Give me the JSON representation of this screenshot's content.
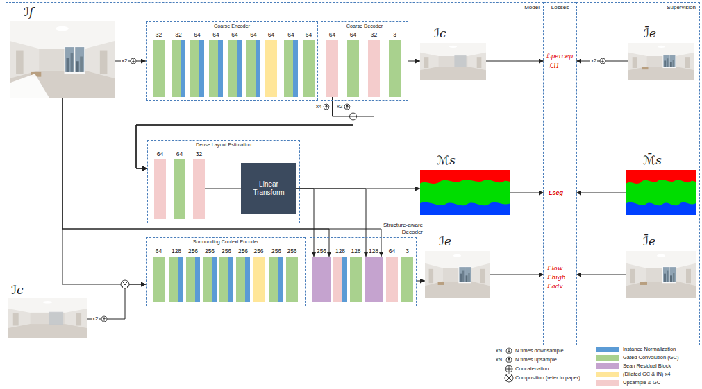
{
  "diagram": {
    "nodes": [
      {
        "text": [
          "Model"
        ]
      },
      {
        "text": [
          "ℐf"
        ],
        "in": 0
      },
      {
        "text": [
          "Coarse Encoder"
        ],
        "in": 0
      },
      {
        "text": [
          "32"
        ],
        "in": 2
      },
      {
        "text": [
          "32"
        ],
        "in": 2
      },
      {
        "text": [
          "64"
        ],
        "in": 2
      },
      {
        "text": [
          "64"
        ],
        "in": 2
      },
      {
        "text": [
          "64"
        ],
        "in": 2
      },
      {
        "text": [
          "64"
        ],
        "in": 2
      },
      {
        "text": [
          "64"
        ],
        "in": 2
      },
      {
        "text": [
          "64"
        ],
        "in": 2
      },
      {
        "text": [
          "64"
        ],
        "in": 2
      },
      {
        "text": [
          "Coarse Decoder"
        ],
        "in": 0
      },
      {
        "text": [
          "64"
        ],
        "in": 12
      },
      {
        "text": [
          "64"
        ],
        "in": 12
      },
      {
        "text": [
          "32"
        ],
        "in": 12
      },
      {
        "text": [
          "3"
        ],
        "in": 12
      },
      {
        "text": [
          "ℐc"
        ],
        "in": 0
      },
      {
        "text": [
          "Dense Layout Estimation"
        ],
        "in": 0
      },
      {
        "text": [
          "64"
        ],
        "in": 18
      },
      {
        "text": [
          "64"
        ],
        "in": 18
      },
      {
        "text": [
          "32"
        ],
        "in": 18
      },
      {
        "text": [
          "Linear Transform"
        ],
        "in": 18
      },
      {
        "text": [
          "ℳs"
        ],
        "in": 0
      },
      {
        "text": [
          "Surrounding Context Encoder"
        ],
        "in": 0
      },
      {
        "text": [
          "64"
        ],
        "in": 24
      },
      {
        "text": [
          "128"
        ],
        "in": 24
      },
      {
        "text": [
          "256"
        ],
        "in": 24
      },
      {
        "text": [
          "256"
        ],
        "in": 24
      },
      {
        "text": [
          "256"
        ],
        "in": 24
      },
      {
        "text": [
          "256"
        ],
        "in": 24
      },
      {
        "text": [
          "256"
        ],
        "in": 24
      },
      {
        "text": [
          "256"
        ],
        "in": 24
      },
      {
        "text": [
          "256"
        ],
        "in": 24
      },
      {
        "text": [
          "Structure-aware Decoder"
        ],
        "in": 0
      },
      {
        "text": [
          "256"
        ],
        "in": 34
      },
      {
        "text": [
          "128"
        ],
        "in": 34
      },
      {
        "text": [
          "128"
        ],
        "in": 34
      },
      {
        "text": [
          "128"
        ],
        "in": 34
      },
      {
        "text": [
          "64"
        ],
        "in": 34
      },
      {
        "text": [
          "3"
        ],
        "in": 34
      },
      {
        "text": [
          "ℐe"
        ],
        "in": 0
      },
      {
        "text": [
          "ℐc"
        ],
        "in": 0
      },
      {
        "text": [
          "Losses"
        ]
      },
      {
        "text": [
          "Supervision"
        ]
      },
      {
        "text": [
          "ℐ̄e"
        ],
        "in": 44
      },
      {
        "text": [
          "ℳ̄s"
        ],
        "in": 44
      },
      {
        "text": [
          "ℐ̄e"
        ],
        "in": 44
      }
    ],
    "edges": [
      {
        "from": 1,
        "to": 2,
        "arrow": "to",
        "label": "x2"
      },
      {
        "from": 12,
        "to": 17,
        "arrow": "to"
      },
      {
        "from": 17,
        "to": 43,
        "arrow": "to"
      },
      {
        "from": 45,
        "to": 43,
        "arrow": "to",
        "label": "x2"
      },
      {
        "from": 13,
        "to": 18,
        "arrow": "to",
        "label": "x4"
      },
      {
        "from": 14,
        "to": 18,
        "arrow": "to",
        "label": "x2"
      },
      {
        "from": 15,
        "to": 18,
        "arrow": "to"
      },
      {
        "from": 21,
        "to": 22,
        "arrow": "none"
      },
      {
        "from": 22,
        "to": 23,
        "arrow": "to"
      },
      {
        "from": 23,
        "to": 43,
        "arrow": "to"
      },
      {
        "from": 46,
        "to": 43,
        "arrow": "to"
      },
      {
        "from": 22,
        "to": 35,
        "arrow": "to"
      },
      {
        "from": 22,
        "to": 38,
        "arrow": "to"
      },
      {
        "from": 1,
        "to": 35,
        "arrow": "to"
      },
      {
        "from": 1,
        "to": 38,
        "arrow": "to"
      },
      {
        "from": 1,
        "to": 24,
        "arrow": "to"
      },
      {
        "from": 42,
        "to": 24,
        "arrow": "to",
        "label": "x2"
      },
      {
        "from": 34,
        "to": 41,
        "arrow": "to"
      },
      {
        "from": 41,
        "to": 43,
        "arrow": "to"
      },
      {
        "from": 47,
        "to": 43,
        "arrow": "to"
      }
    ],
    "labels": [
      "ℒpercep",
      "ℒl1",
      "Lseg",
      "ℒlow",
      "ℒhigh",
      "ℒadv",
      "xN",
      "xN"
    ],
    "legend": [
      {
        "text": "N times downsample"
      },
      {
        "text": "N times upsample"
      },
      {
        "text": "Concatenation"
      },
      {
        "text": "Composition (refer to paper)"
      },
      {
        "text": "Instance Normalization",
        "color": "#5b9bd5"
      },
      {
        "text": "Gated Convolution (GC)",
        "color": "#a9d18e"
      },
      {
        "text": "Sean Residual Block",
        "color": "#c5a3cf"
      },
      {
        "text": "(Dilated GC & IN) x4",
        "color": "#ffe699"
      },
      {
        "text": "Upsample & GC",
        "color": "#f4cccc"
      }
    ]
  }
}
